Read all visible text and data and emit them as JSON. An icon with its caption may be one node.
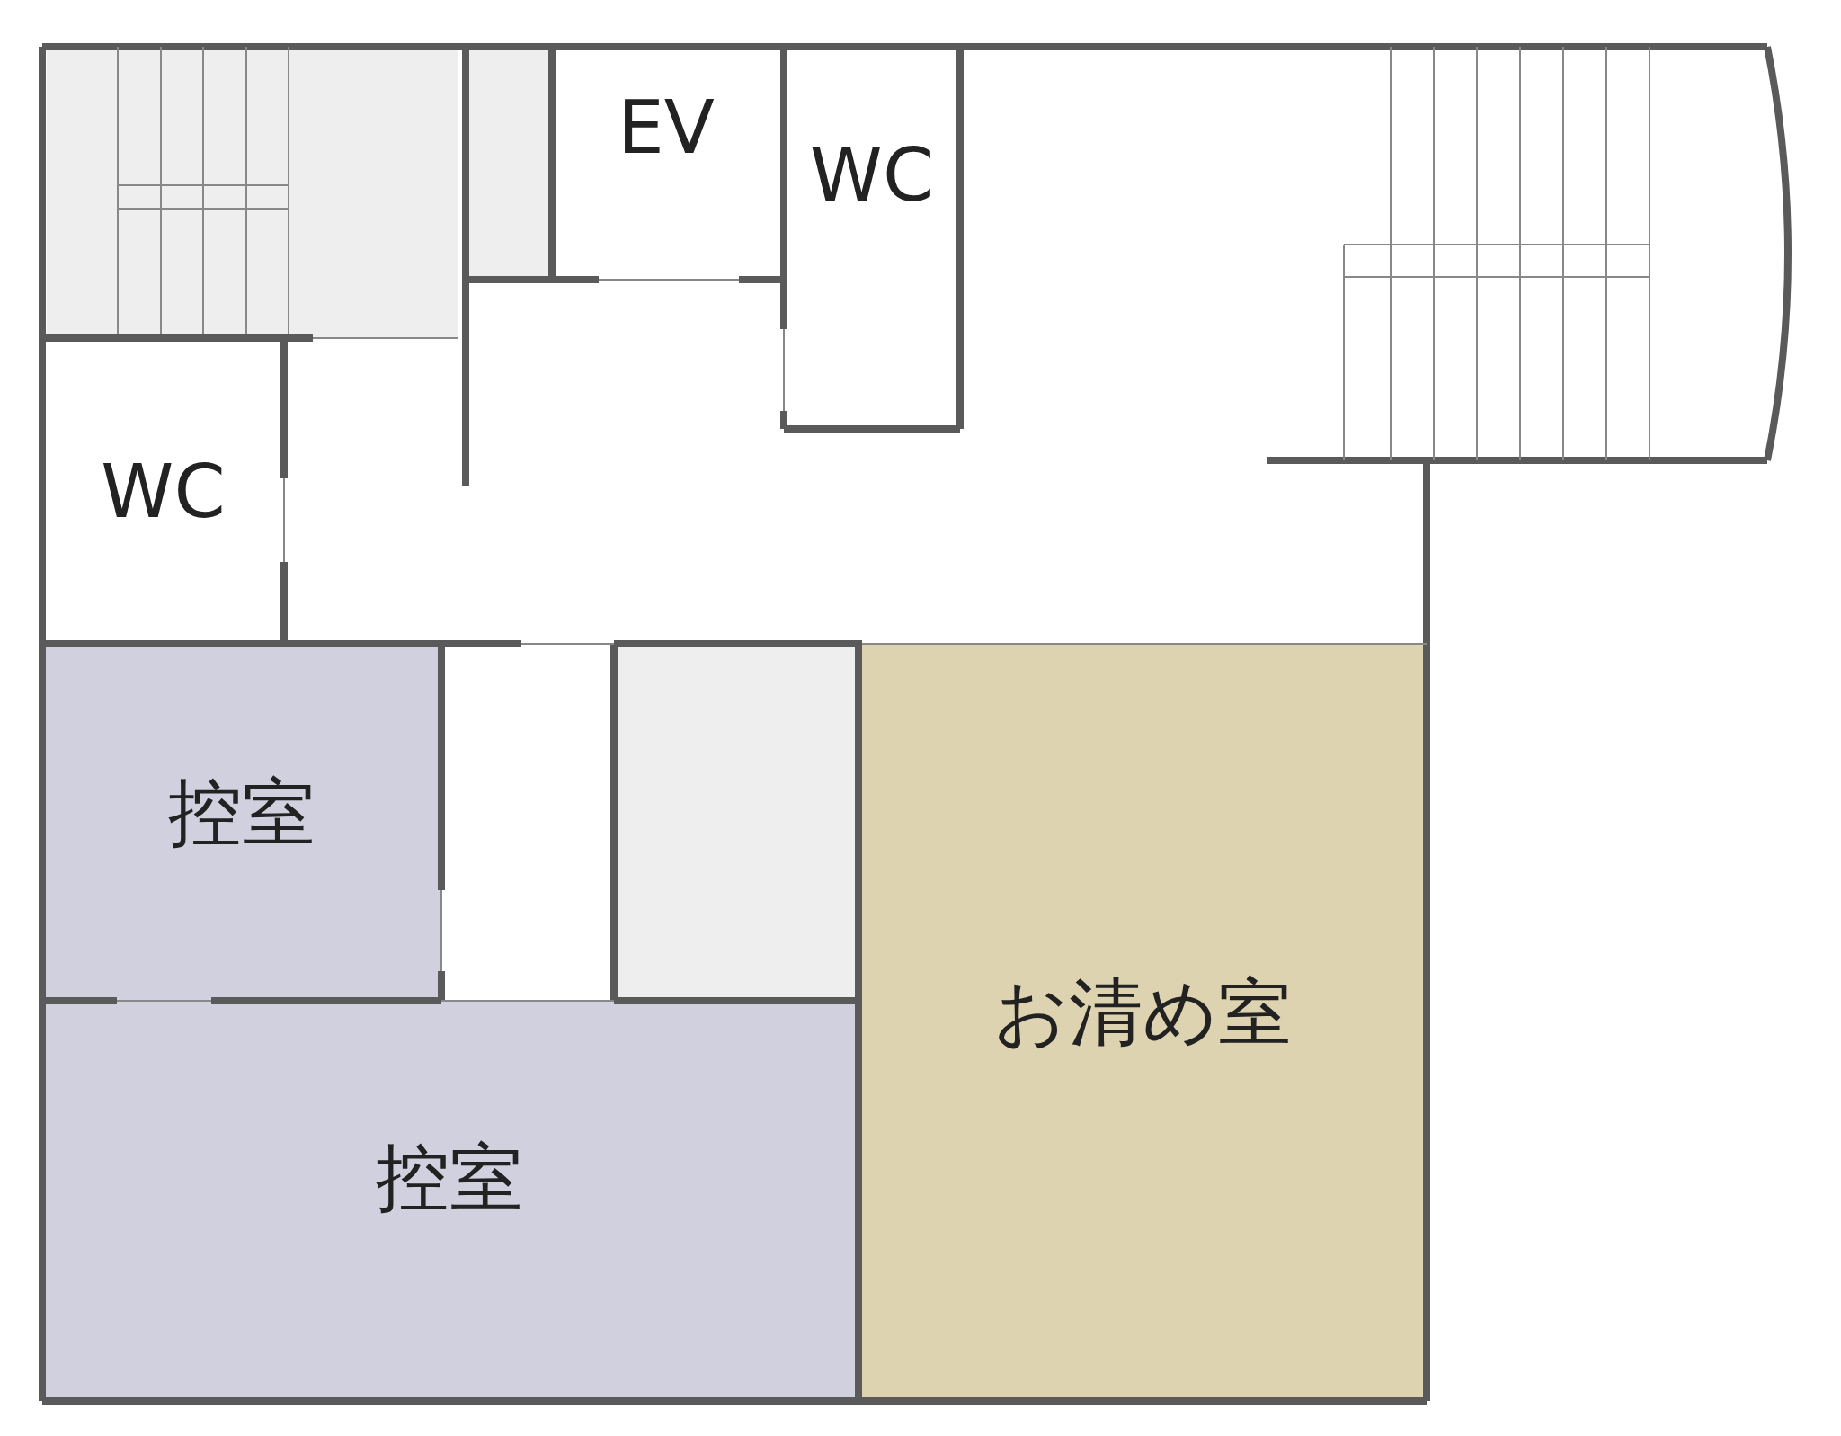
{
  "diagram": {
    "nodes": [
      {
        "text": [
          "EV"
        ]
      },
      {
        "text": [
          "WC"
        ]
      },
      {
        "text": [
          "WC"
        ]
      },
      {
        "text": [
          "控室"
        ]
      },
      {
        "text": [
          "お清め室"
        ]
      },
      {
        "text": [
          "控室"
        ]
      }
    ]
  }
}
